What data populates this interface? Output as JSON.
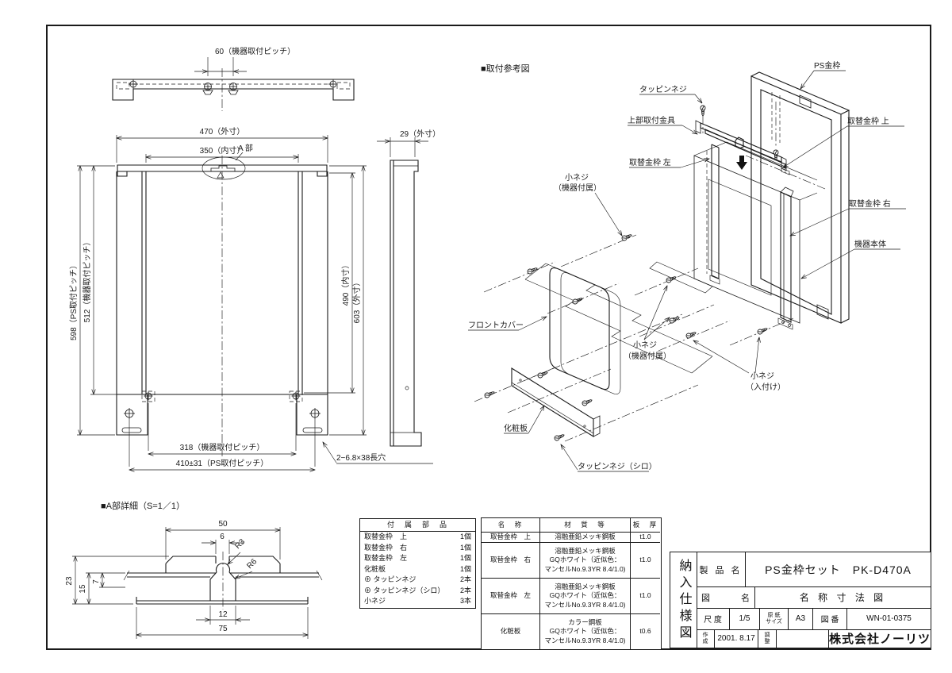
{
  "sheet": {
    "top_view": {
      "dim_60": "60（機器取付ピッチ）"
    },
    "front_view": {
      "dim_470": "470（外寸）",
      "dim_350": "350（内寸）",
      "a_label": "A 部",
      "dim_598": "598（PS取付ピッチ）",
      "dim_512": "512（機器取付ピッチ）",
      "dim_490": "490（内寸）",
      "dim_603": "603（外寸）",
      "dim_318": "318（機器取付ピッチ）",
      "dim_410": "410±31（PS取付ピッチ）",
      "slot_note": "2−6.8×38長穴"
    },
    "side_view": {
      "dim_29": "29（外寸）"
    },
    "assembly": {
      "title": "■取付参考図",
      "labels": {
        "tapping_screw": "タッピンネジ",
        "top_bracket": "上部取付金具",
        "frame_left": "取替金枠 左",
        "screw_fitting_1": {
          "line1": "小ネジ",
          "line2": "（機器付属）"
        },
        "ps_frame": "PS金枠",
        "frame_top": "取替金枠 上",
        "frame_right": "取替金枠 右",
        "appliance": "機器本体",
        "front_cover": "フロントカバー",
        "screw_fitting_2": {
          "line1": "小ネジ",
          "line2": "（機器付属）"
        },
        "screw_insert": {
          "line1": "小ネジ",
          "line2": "（入付け）"
        },
        "decor_panel": "化粧板",
        "tapping_screw_white": "タッピンネジ（シロ）"
      }
    },
    "detail_a": {
      "title": "■A部詳細（S=1／1）",
      "dims": {
        "d50": "50",
        "d6": "6",
        "r3": "R3",
        "r6": "R6",
        "d23": "23",
        "d15": "15",
        "d7": "7",
        "d12": "12",
        "d75": "75"
      }
    },
    "parts_table": {
      "header": "付　属　部　品",
      "rows": [
        {
          "name": "取替金枠　上",
          "qty": "1個"
        },
        {
          "name": "取替金枠　右",
          "qty": "1個"
        },
        {
          "name": "取替金枠　左",
          "qty": "1個"
        },
        {
          "name": "化粧板",
          "qty": "1個"
        },
        {
          "name": "⊕ タッピンネジ",
          "qty": "2本"
        },
        {
          "name": "⊕ タッピンネジ（シロ）",
          "qty": "2本"
        },
        {
          "name": "小ネジ",
          "qty": "3本"
        }
      ]
    },
    "material_table": {
      "headers": {
        "name": "名　称",
        "material": "材　質　等",
        "thickness": "板　厚"
      },
      "rows": [
        {
          "name": "取替金枠　上",
          "lines": [
            "溶融亜鉛メッキ鋼板"
          ],
          "thk": "t1.0"
        },
        {
          "name": "取替金枠　右",
          "lines": [
            "溶融亜鉛メッキ鋼板",
            "GQホワイト（近似色：",
            "マンセルNo.9.3YR 8.4/1.0)"
          ],
          "thk": "t1.0"
        },
        {
          "name": "取替金枠　左",
          "lines": [
            "溶融亜鉛メッキ鋼板",
            "GQホワイト（近似色：",
            "マンセルNo.9.3YR 8.4/1.0)"
          ],
          "thk": "t1.0"
        },
        {
          "name": "化粧板",
          "lines": [
            "カラー鋼板",
            "GQホワイト（近似色：",
            "マンセルNo.9.3YR 8.4/1.0)"
          ],
          "thk": "t0.6"
        }
      ]
    },
    "title_block": {
      "doc_type_vertical": "納入仕様図",
      "product_label": "製 品 名",
      "product_value": "PS金枠セット　PK-D470A",
      "drawing_label_1": "図",
      "drawing_label_2": "名",
      "drawing_value": "名 称 寸 法 図",
      "scale_label": "尺 度",
      "scale_value": "1/5",
      "paper_label_1": "原 紙",
      "paper_label_2": "サイズ",
      "paper_value": "A3",
      "number_label": "図 番",
      "number_value": "WN-01-0375",
      "created_label_1": "作",
      "created_label_2": "成",
      "created_value": "2001. 8.17",
      "adjust_label_1": "調",
      "adjust_label_2": "整",
      "company": "株式会社ノーリツ"
    }
  }
}
